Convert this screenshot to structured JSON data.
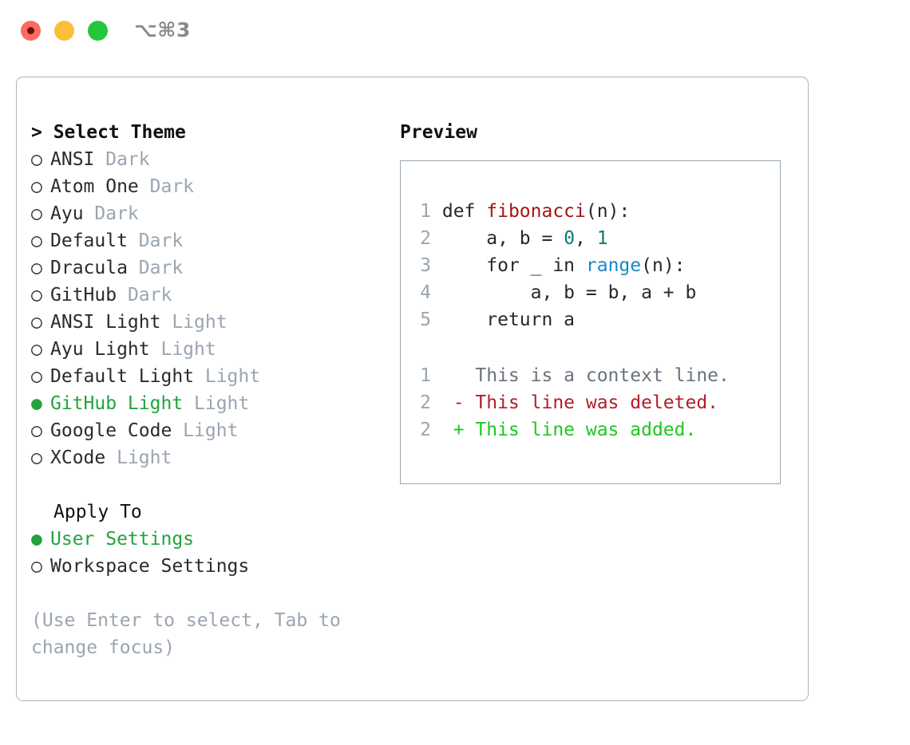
{
  "titlebar": {
    "shortcut": "⌥⌘3",
    "lights": [
      {
        "name": "close",
        "color": "#fa6a5e"
      },
      {
        "name": "minimize",
        "color": "#fcbe35"
      },
      {
        "name": "maximize",
        "color": "#25c53c"
      }
    ]
  },
  "colors": {
    "accent_green": "#22a33e",
    "muted": "#9aa5b1",
    "text": "#2b2b2b",
    "border": "#aab4c0",
    "diff_add": "#22c522",
    "diff_del": "#b31d28",
    "diff_ctx": "#6a737d"
  },
  "theme_picker": {
    "heading": "> Select Theme",
    "heading_prefix": ">",
    "heading_text": "Select Theme",
    "marker_selected": "●",
    "marker_unselected": "○",
    "items": [
      {
        "name": "ANSI",
        "variant": "Dark",
        "selected": false
      },
      {
        "name": "Atom One",
        "variant": "Dark",
        "selected": false
      },
      {
        "name": "Ayu",
        "variant": "Dark",
        "selected": false
      },
      {
        "name": "Default",
        "variant": "Dark",
        "selected": false
      },
      {
        "name": "Dracula",
        "variant": "Dark",
        "selected": false
      },
      {
        "name": "GitHub",
        "variant": "Dark",
        "selected": false
      },
      {
        "name": "ANSI Light",
        "variant": "Light",
        "selected": false
      },
      {
        "name": "Ayu Light",
        "variant": "Light",
        "selected": false
      },
      {
        "name": "Default Light",
        "variant": "Light",
        "selected": false
      },
      {
        "name": "GitHub Light",
        "variant": "Light",
        "selected": true
      },
      {
        "name": "Google Code",
        "variant": "Light",
        "selected": false
      },
      {
        "name": "XCode",
        "variant": "Light",
        "selected": false
      }
    ]
  },
  "apply_to": {
    "heading": "Apply To",
    "items": [
      {
        "name": "User Settings",
        "selected": true
      },
      {
        "name": "Workspace Settings",
        "selected": false
      }
    ]
  },
  "hint": "(Use Enter to select, Tab to change focus)",
  "preview": {
    "title": "Preview",
    "code_lines": [
      {
        "num": "1",
        "tokens": [
          {
            "t": "def ",
            "k": "plain"
          },
          {
            "t": "fibonacci",
            "k": "fn"
          },
          {
            "t": "(n):",
            "k": "plain"
          }
        ]
      },
      {
        "num": "2",
        "tokens": [
          {
            "t": "    a, b = ",
            "k": "plain"
          },
          {
            "t": "0",
            "k": "num"
          },
          {
            "t": ", ",
            "k": "plain"
          },
          {
            "t": "1",
            "k": "num"
          }
        ]
      },
      {
        "num": "3",
        "tokens": [
          {
            "t": "    for _ in ",
            "k": "plain"
          },
          {
            "t": "range",
            "k": "bi"
          },
          {
            "t": "(n):",
            "k": "plain"
          }
        ]
      },
      {
        "num": "4",
        "tokens": [
          {
            "t": "        a, b = b, a + b",
            "k": "plain"
          }
        ]
      },
      {
        "num": "5",
        "tokens": [
          {
            "t": "    return a",
            "k": "plain"
          }
        ]
      }
    ],
    "diff_lines": [
      {
        "num": "1",
        "sign": " ",
        "text": "This is a context line.",
        "kind": "ctx"
      },
      {
        "num": "2",
        "sign": "-",
        "text": "This line was deleted.",
        "kind": "del"
      },
      {
        "num": "2",
        "sign": "+",
        "text": "This line was added.",
        "kind": "add"
      }
    ]
  }
}
